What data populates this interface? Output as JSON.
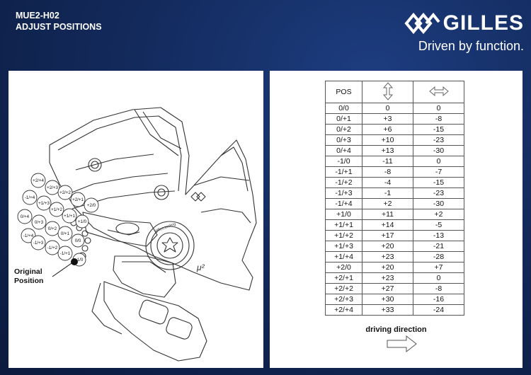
{
  "header": {
    "model": "MUE2-H02",
    "subtitle": "ADJUST POSITIONS"
  },
  "brand": {
    "name": "GILLES",
    "tagline": "Driven by function."
  },
  "diagram": {
    "original_label_line1": "Original",
    "original_label_line2": "Position",
    "positions": [
      "+2/+4",
      "+2/+3",
      "+2/+2",
      "+2/+1",
      "+2/0",
      "-1/+4",
      "+1/+3",
      "+1/+2",
      "+1/+1",
      "+1/0",
      "0/+4",
      "0/+3",
      "0/+2",
      "0/+1",
      "0/0",
      "-1/+4",
      "-1/+3",
      "-1/+2",
      "-1/+1",
      "-1/0"
    ],
    "engraving": "gilles.tooling",
    "mu_label": "μ²"
  },
  "table": {
    "col_pos": "POS",
    "vertical_icon": "vertical-arrow-icon",
    "horizontal_icon": "horizontal-arrow-icon",
    "rows": [
      [
        "0/0",
        "0",
        "0"
      ],
      [
        "0/+1",
        "+3",
        "-8"
      ],
      [
        "0/+2",
        "+6",
        "-15"
      ],
      [
        "0/+3",
        "+10",
        "-23"
      ],
      [
        "0/+4",
        "+13",
        "-30"
      ],
      [
        "-1/0",
        "-11",
        "0"
      ],
      [
        "-1/+1",
        "-8",
        "-7"
      ],
      [
        "-1/+2",
        "-4",
        "-15"
      ],
      [
        "-1/+3",
        "-1",
        "-23"
      ],
      [
        "-1/+4",
        "+2",
        "-30"
      ],
      [
        "+1/0",
        "+11",
        "+2"
      ],
      [
        "+1/+1",
        "+14",
        "-5"
      ],
      [
        "+1/+2",
        "+17",
        "-13"
      ],
      [
        "+1/+3",
        "+20",
        "-21"
      ],
      [
        "+1/+4",
        "+23",
        "-28"
      ],
      [
        "+2/0",
        "+20",
        "+7"
      ],
      [
        "+2/+1",
        "+23",
        "0"
      ],
      [
        "+2/+2",
        "+27",
        "-8"
      ],
      [
        "+2/+3",
        "+30",
        "-16"
      ],
      [
        "+2/+4",
        "+33",
        "-24"
      ]
    ]
  },
  "footer": {
    "driving_direction": "driving direction"
  },
  "colors": {
    "background": "#132a5c",
    "panel": "#ffffff",
    "line": "#333333"
  }
}
